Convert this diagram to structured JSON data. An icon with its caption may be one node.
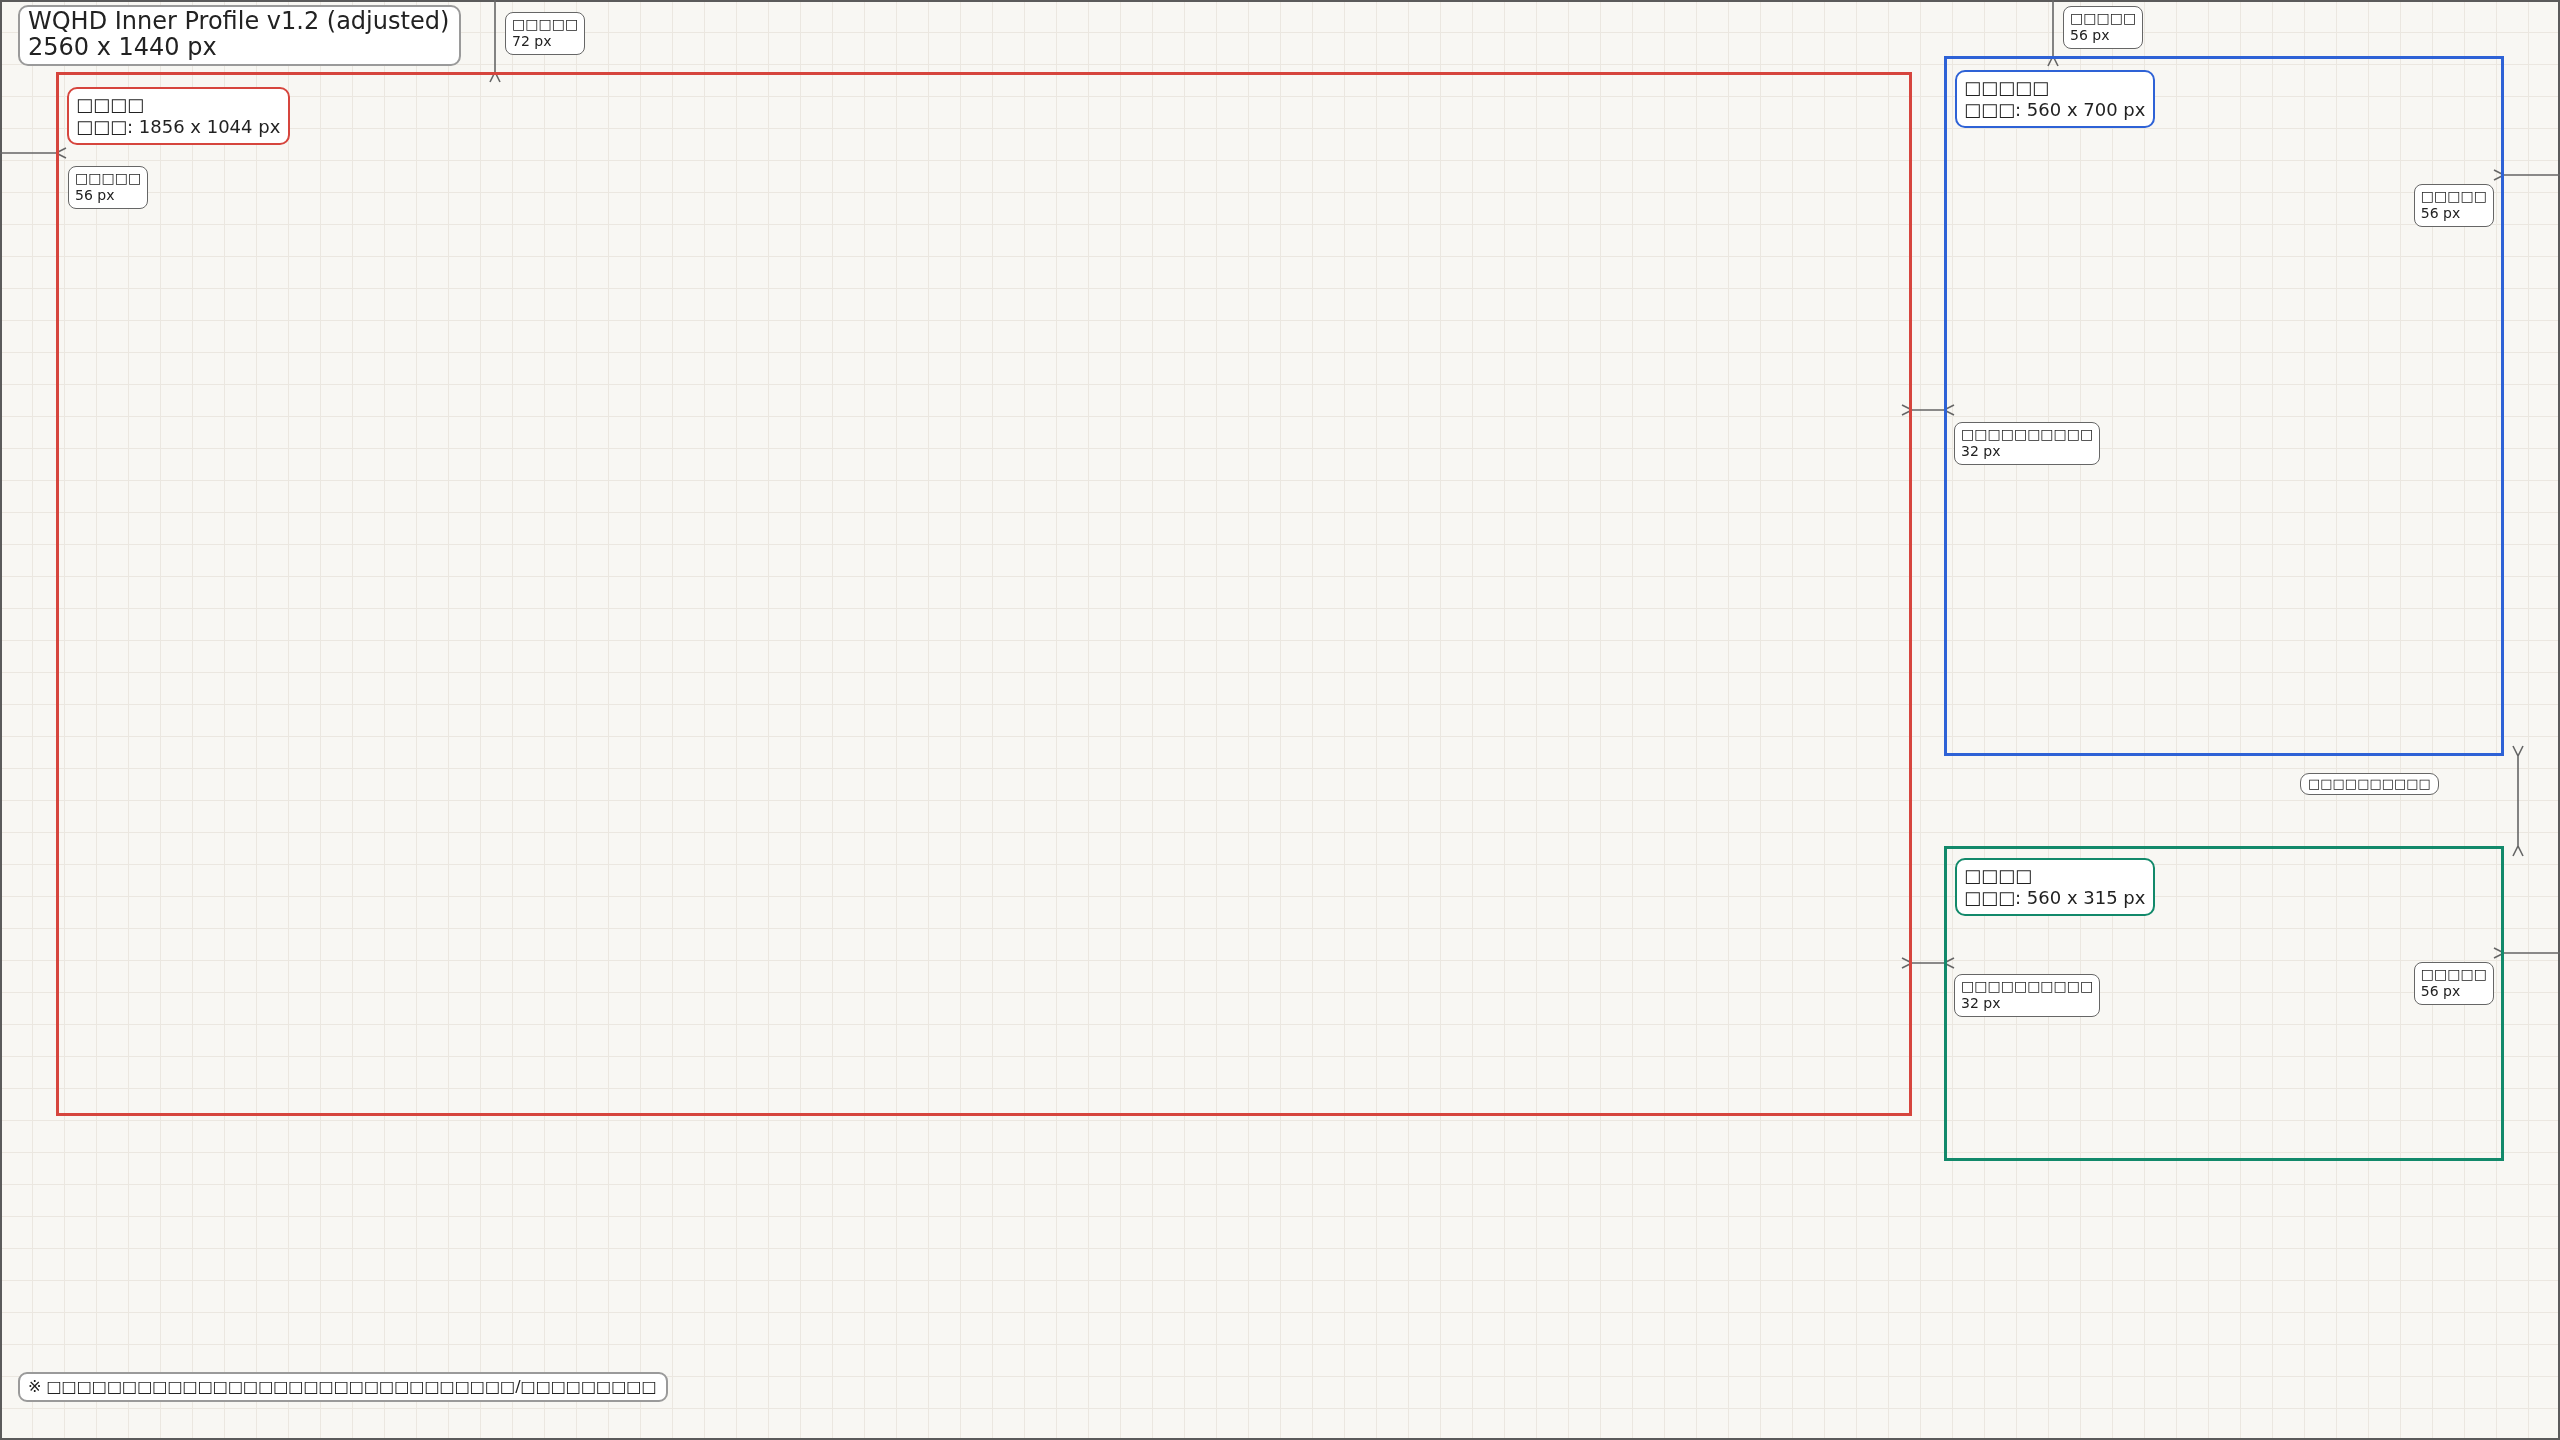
{
  "diagram": {
    "title": "WQHD Inner Profile v1.2 (adjusted)",
    "nodes": [
      {
        "text": [
          "□□□□",
          "□□□: 1856 x 1044 px"
        ]
      },
      {
        "text": [
          "□□□□□",
          "□□□: 560 x 700 px"
        ]
      },
      {
        "text": [
          "□□□□",
          "□□□: 560 x 315 px"
        ]
      }
    ],
    "labels": [
      "2560 x 1440 px",
      "□□□□□ 72 px",
      "□□□□□ 56 px",
      "□□□□□ 56 px",
      "□□□□□ 56 px",
      "□□□□□□□□□□ 32 px",
      "□□□□□□□□□□",
      "□□□□□□□□□□ 32 px",
      "□□□□□ 56 px",
      "※ □□□□□□□□□□□□□□□□□□□□□□□□□□□□□□□/□□□□□□□□□"
    ]
  }
}
